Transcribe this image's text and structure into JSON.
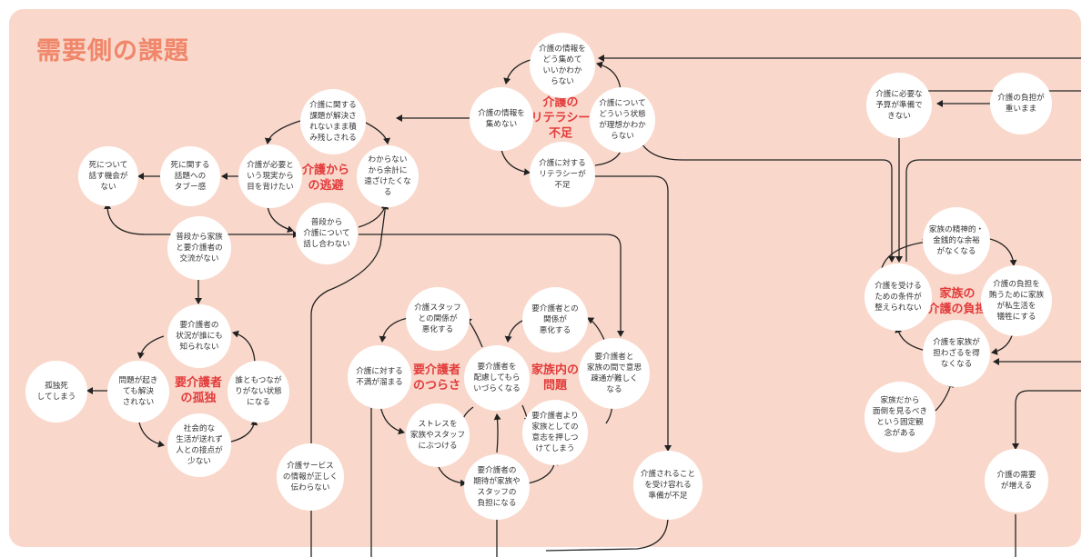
{
  "title": "需要側の課題",
  "clusters": {
    "escape": "介護から\nの逃避",
    "literacy": "介護の\nリテラシー\n不足",
    "isolation": "要介護者\nの孤独",
    "hardship": "要介護者\nのつらさ",
    "family_issue": "家族内の\n問題",
    "family_burden": "家族の\n介護の負担"
  },
  "nodes": {
    "no_chance": "死について\n話す機会が\nない",
    "taboo": "死に関する\n話題への\nタブー感",
    "avert": "介護が必要と\nいう現実から\n目を背けたい",
    "unsolved": "介護に関する\n課題が解決さ\nれないまま積\nみ残しされる",
    "unknown_distance": "わからない\nから余計に\n遠ざけたくな\nる",
    "no_talk": "普段から\n介護について\n話し合わない",
    "no_exchange": "普段から家族\nと要介護者の\n交流がない",
    "not_known": "要介護者の\n状況が誰にも\n知られない",
    "unsolved_problem": "問題が起き\nても解決\nされない",
    "no_connection": "誰ともつなが\nりがない状態\nになる",
    "lonely_death": "孤独死\nしてしまう",
    "social_contact": "社会的な\n生活が送れず\n人との接点が\n少ない",
    "how_collect": "介護の情報を\nどう集めて\nいいかわか\nらない",
    "no_collect": "介護の情報を\n集めない",
    "ideal_unknown": "介護について\nどういう状態\nが理想かわか\nらない",
    "literacy_lack": "介護に対する\nリテラシーが\n不足",
    "service_info": "介護サービス\nの情報が正しく\n伝わらない",
    "staff_relation": "介護スタッフ\nとの関係が\n悪化する",
    "frustration": "介護に対する\n不満が溜まる",
    "stress": "ストレスを\n家族やスタッフ\nにぶつける",
    "expectation": "要介護者の\n期待が家族や\nスタッフの\n負担になる",
    "consider": "要介護者を\n配慮してもら\nいづらくなる",
    "family_relation": "要介護者との\n関係が\n悪化する",
    "push_will": "要介護者より\n家族としての\n意志を押しつ\nけてしまう",
    "understanding": "要介護者と\n家族の間で意思\n疎通が難しく\nなる",
    "accept": "介護されること\nを受け容れる\n準備が不足",
    "budget": "介護に必要な\n予算が準備で\nきない",
    "burden_heavy": "介護の負担が\n重いまま",
    "conditions": "介護を受ける\nための条件が\n整えられない",
    "margin": "家族の精神的・\n金銭的な余裕\nがなくなる",
    "sacrifice": "介護の負担を\n賄うために家族\nが私生活を\n犠牲にする",
    "must_bear": "介護を家族が\n担わざるを得\nなくなる",
    "fixed_idea": "家族だから\n面倒を見るべき\nという固定観\n念がある",
    "demand": "介護の需要\nが増える"
  },
  "colors": {
    "panel": "#f9d8cb",
    "title": "#f0866a",
    "cluster_label": "#e23b3b",
    "node": "#ffffff",
    "edge": "#222222"
  }
}
